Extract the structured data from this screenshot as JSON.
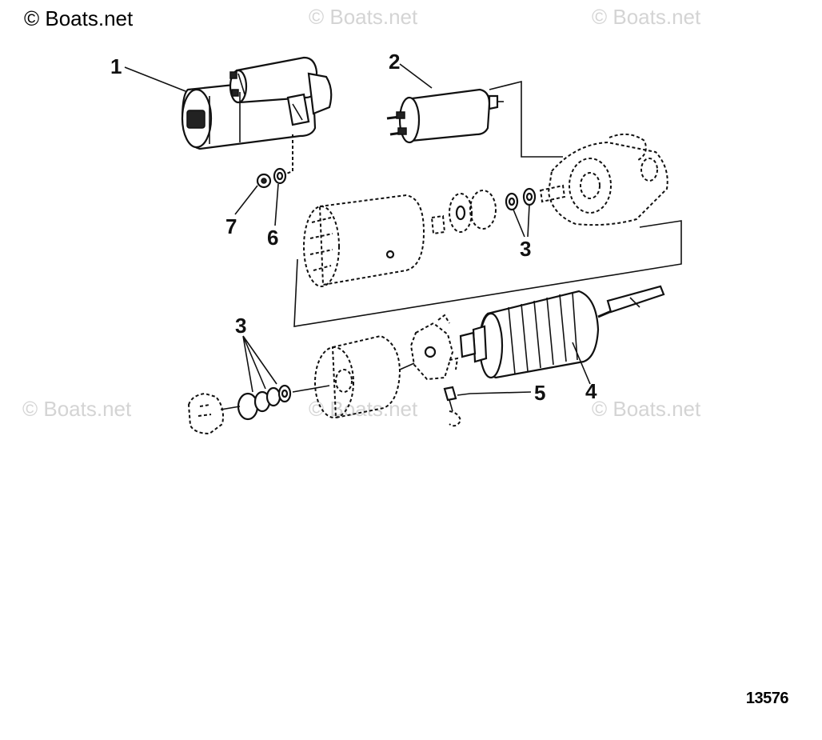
{
  "copyright": "© Boats.net",
  "watermarks": [
    "© Boats.net",
    "© Boats.net",
    "© Boats.net",
    "© Boats.net",
    "© Boats.net"
  ],
  "diagram_id": "13576",
  "callouts": {
    "c1": "1",
    "c2": "2",
    "c3a": "3",
    "c3b": "3",
    "c4": "4",
    "c5": "5",
    "c6": "6",
    "c7": "7"
  },
  "colors": {
    "ink": "#111111",
    "watermark": "#d4d4d4",
    "background": "#ffffff"
  }
}
